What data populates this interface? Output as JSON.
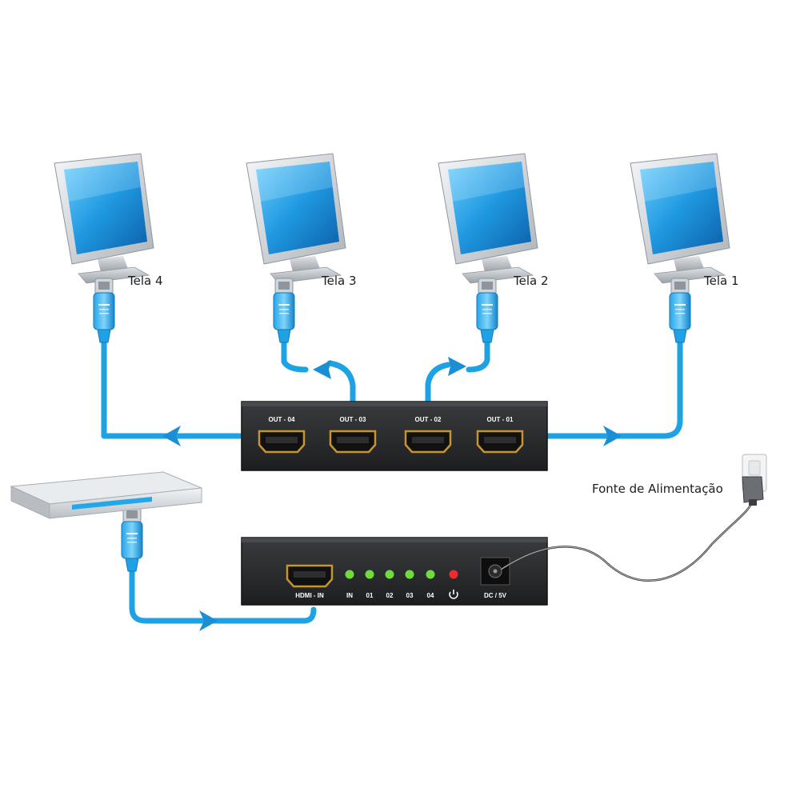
{
  "monitors": [
    {
      "label": "Tela 4"
    },
    {
      "label": "Tela 3"
    },
    {
      "label": "Tela 2"
    },
    {
      "label": "Tela 1"
    }
  ],
  "splitter_front": {
    "ports": [
      "OUT - 04",
      "OUT - 03",
      "OUT - 02",
      "OUT - 01"
    ]
  },
  "splitter_back": {
    "input_label": "HDMI - IN",
    "leds": [
      {
        "label": "IN",
        "color": "#6fdc3c"
      },
      {
        "label": "01",
        "color": "#6fdc3c"
      },
      {
        "label": "02",
        "color": "#6fdc3c"
      },
      {
        "label": "03",
        "color": "#6fdc3c"
      },
      {
        "label": "04",
        "color": "#6fdc3c"
      },
      {
        "label": "",
        "color": "#ee2b2b"
      }
    ],
    "power_label": "DC / 5V"
  },
  "power_supply": {
    "label": "Fonte de Alimentação"
  },
  "colors": {
    "cable": "#1ea2e3",
    "screen": "#1f98e0",
    "device": "#2b2c2e",
    "port": "#b8892c"
  }
}
